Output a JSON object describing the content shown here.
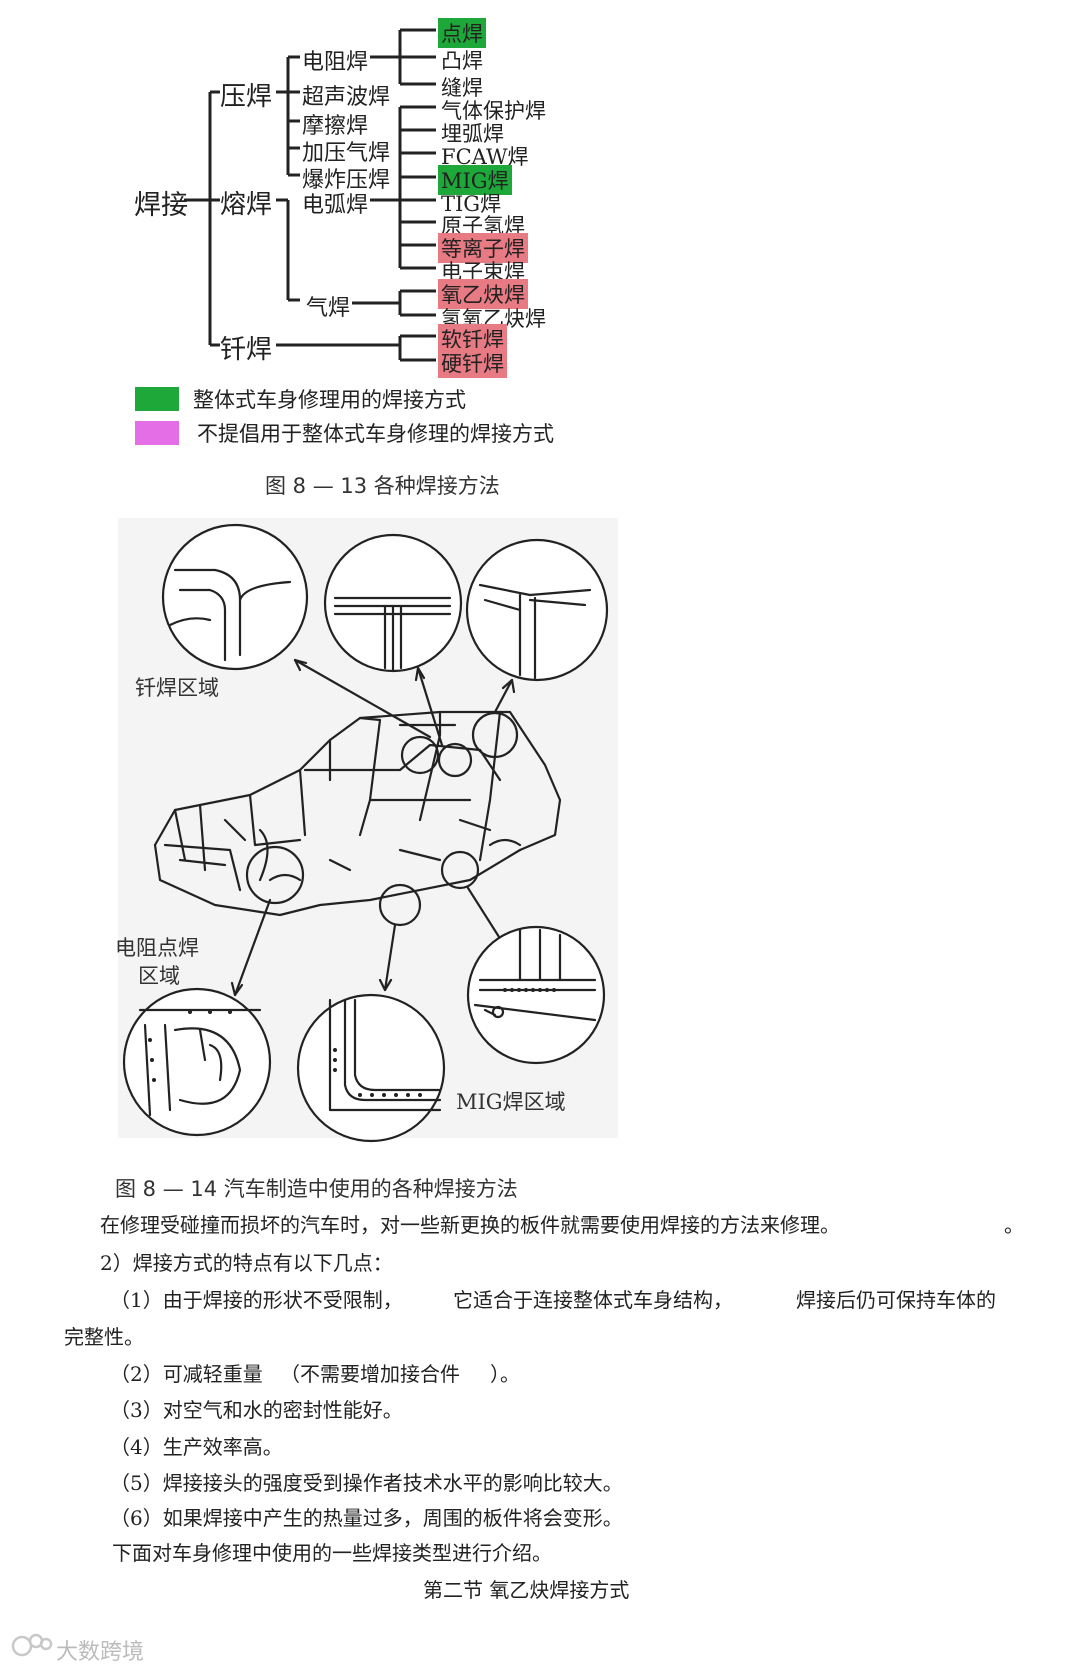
{
  "colors": {
    "green": "#1fa83a",
    "pink": "#e87a84",
    "legend_pink": "#e46ee6",
    "line": "#222222"
  },
  "tree": {
    "root": "焊接",
    "l1": {
      "pressure": "压焊",
      "fusion": "熔焊",
      "brazing": "钎焊"
    },
    "pressure_children": [
      "电阻焊",
      "超声波焊",
      "摩擦焊",
      "加压气焊",
      "爆炸压焊"
    ],
    "fusion_children": [
      "电弧焊",
      "气焊"
    ],
    "resistance_children": [
      "点焊",
      "凸焊",
      "缝焊"
    ],
    "arc_children": [
      "气体保护焊",
      "埋弧焊",
      "FCAW焊",
      "MIG焊",
      "TIG焊",
      "原子氢焊",
      "等离子焊",
      "电子束焊"
    ],
    "gas_children": [
      "氧乙炔焊",
      "氢氧乙炔焊"
    ],
    "brazing_children": [
      "软钎焊",
      "硬钎焊"
    ]
  },
  "legend": {
    "green_text": "整体式车身修理用的焊接方式",
    "pink_text": "不提倡用于整体式车身修理的焊接方式"
  },
  "figure13": {
    "caption": "图 8 — 13  各种焊接方法"
  },
  "figure14": {
    "brazing_zone": "钎焊区域",
    "spot_zone_line1": "电阻点焊",
    "spot_zone_line2": "区域",
    "mig_zone": "MIG焊区域",
    "caption": "图 8 — 14  汽车制造中使用的各种焊接方法"
  },
  "body": {
    "intro": "在修理受碰撞而损坏的汽车时，对一些新更换的板件就需要使用焊接的方法来修理。",
    "intro_dot": "。",
    "features_heading": "2）焊接方式的特点有以下几点：",
    "p1a": "（1）由于焊接的形状不受限制，",
    "p1b": "它适合于连接整体式车身结构，",
    "p1c": "焊接后仍可保持车体的",
    "p1d": "完整性。",
    "p2a": "（2）可减轻重量",
    "p2b": "（不需要增加接合件",
    "p2c": "）。",
    "p3": "（3）对空气和水的密封性能好。",
    "p4": "（4）生产效率高。",
    "p5": "（5）焊接接头的强度受到操作者技术水平的影响比较大。",
    "p6": "（6）如果焊接中产生的热量过多，周围的板件将会变形。",
    "next": "下面对车身修理中使用的一些焊接类型进行介绍。",
    "section": "第二节   氧乙炔焊接方式"
  },
  "watermark": "大数跨境"
}
